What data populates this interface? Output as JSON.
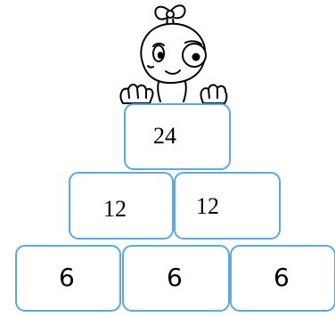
{
  "pyramid": {
    "top": "24",
    "middle": [
      "12",
      "12"
    ],
    "bottom": [
      "6",
      "6",
      "6"
    ]
  },
  "colors": {
    "brick_border": "#5aa9e6",
    "text": "#000000"
  },
  "icons": {
    "mascot": "cartoon-girl-peeking-icon"
  }
}
